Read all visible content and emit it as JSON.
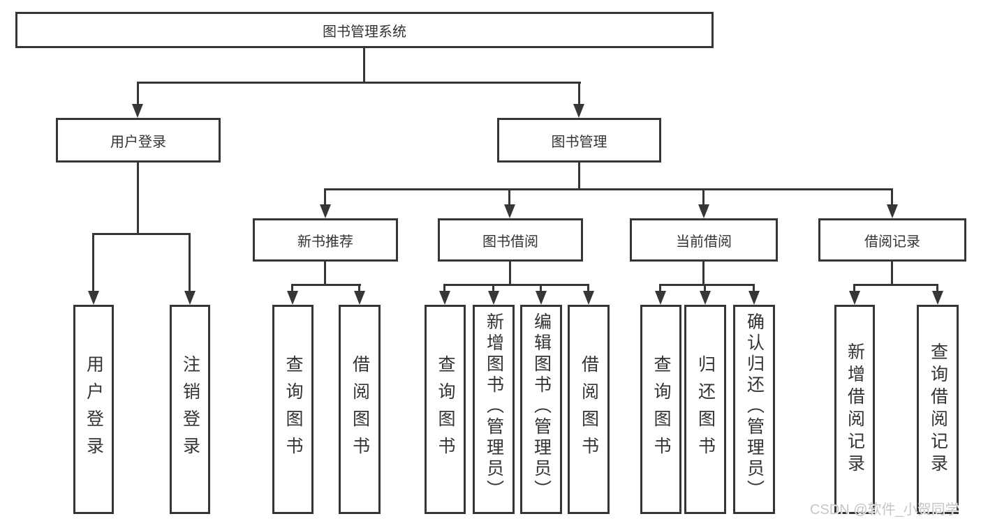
{
  "diagram": {
    "root": {
      "label": "图书管理系统"
    },
    "branches": [
      {
        "label": "用户登录",
        "children": [
          {
            "label": "用户登录"
          },
          {
            "label": "注销登录"
          }
        ]
      },
      {
        "label": "图书管理",
        "children": [
          {
            "label": "新书推荐",
            "children": [
              {
                "label": "查询图书"
              },
              {
                "label": "借阅图书"
              }
            ]
          },
          {
            "label": "图书借阅",
            "children": [
              {
                "label": "查询图书"
              },
              {
                "label": "新增图书（管理员）"
              },
              {
                "label": "编辑图书（管理员）"
              },
              {
                "label": "借阅图书"
              }
            ]
          },
          {
            "label": "当前借阅",
            "children": [
              {
                "label": "查询图书"
              },
              {
                "label": "归还图书"
              },
              {
                "label": "确认归还（管理员）"
              }
            ]
          },
          {
            "label": "借阅记录",
            "children": [
              {
                "label": "新增借阅记录"
              },
              {
                "label": "查询借阅记录"
              }
            ]
          }
        ]
      }
    ]
  },
  "colors": {
    "line": "#363636",
    "text": "#333333",
    "watermark": "#c6c6c6",
    "background": "#ffffff"
  },
  "watermark": {
    "text": "CSDN @软件_小贺同学"
  }
}
